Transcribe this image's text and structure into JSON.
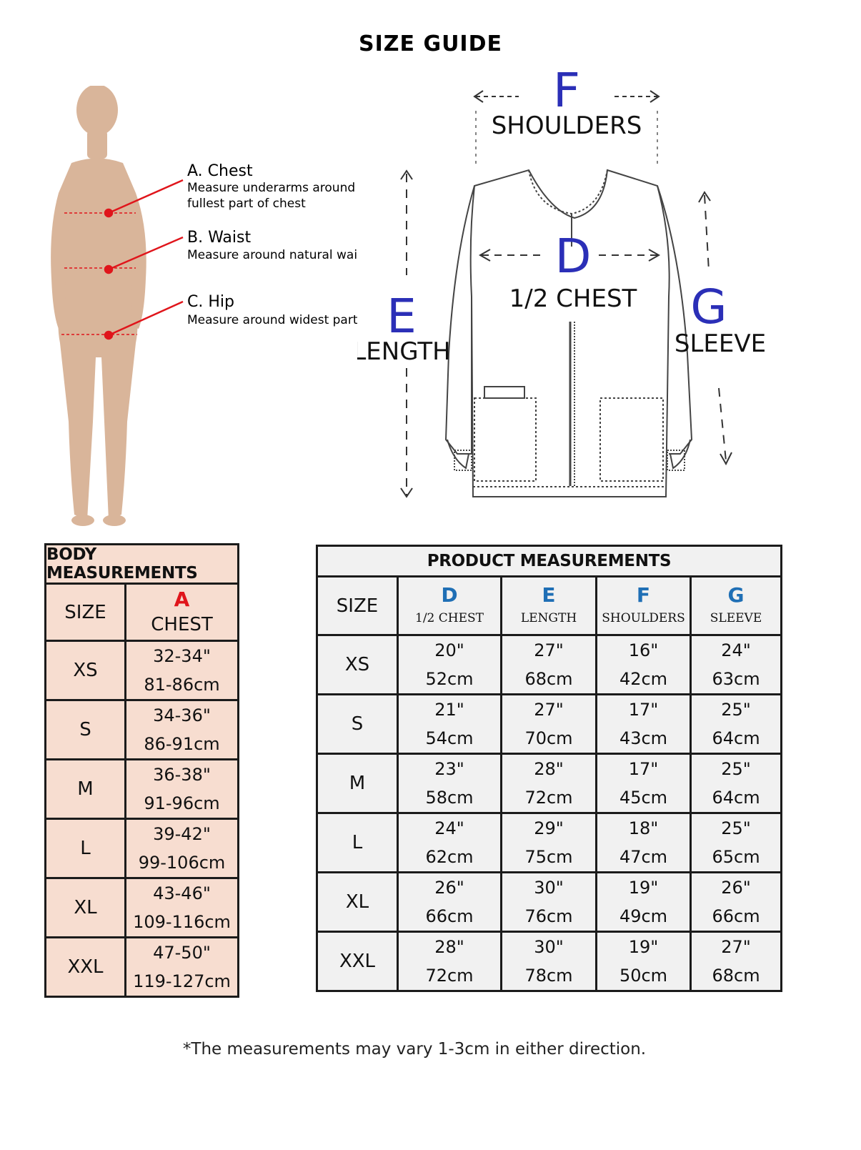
{
  "title": "SIZE GUIDE",
  "body_guide": {
    "chest_title": "A. Chest",
    "chest_desc_1": "Measure underarms around",
    "chest_desc_2": "fullest part of chest",
    "waist_title": "B. Waist",
    "waist_desc": "Measure around natural waist",
    "hip_title": "C. Hip",
    "hip_desc": "Measure around widest part"
  },
  "jacket_diagram": {
    "f_letter": "F",
    "f_label": "SHOULDERS",
    "d_letter": "D",
    "d_label": "1/2 CHEST",
    "e_letter": "E",
    "e_label": "LENGTH",
    "g_letter": "G",
    "g_label": "SLEEVE",
    "letter_color": "#2b2fb7"
  },
  "body_table": {
    "title": "BODY MEASUREMENTS",
    "size_header": "SIZE",
    "a_letter": "A",
    "a_label": "CHEST",
    "a_letter_color": "#e0151b",
    "background": "#f7ddd0",
    "rows": [
      {
        "size": "XS",
        "in": "32-34\"",
        "cm": "81-86cm"
      },
      {
        "size": "S",
        "in": "34-36\"",
        "cm": "86-91cm"
      },
      {
        "size": "M",
        "in": "36-38\"",
        "cm": "91-96cm"
      },
      {
        "size": "L",
        "in": "39-42\"",
        "cm": "99-106cm"
      },
      {
        "size": "XL",
        "in": "43-46\"",
        "cm": "109-116cm"
      },
      {
        "size": "XXL",
        "in": "47-50\"",
        "cm": "119-127cm"
      }
    ]
  },
  "product_table": {
    "title": "PRODUCT MEASUREMENTS",
    "size_header": "SIZE",
    "letter_color": "#1f6fb5",
    "background": "#f1f1f1",
    "columns": [
      {
        "letter": "D",
        "label": "1/2 CHEST"
      },
      {
        "letter": "E",
        "label": "LENGTH"
      },
      {
        "letter": "F",
        "label": "SHOULDERS"
      },
      {
        "letter": "G",
        "label": "SLEEVE"
      }
    ],
    "rows": [
      {
        "size": "XS",
        "cells": [
          [
            "20\"",
            "52cm"
          ],
          [
            "27\"",
            "68cm"
          ],
          [
            "16\"",
            "42cm"
          ],
          [
            "24\"",
            "63cm"
          ]
        ]
      },
      {
        "size": "S",
        "cells": [
          [
            "21\"",
            "54cm"
          ],
          [
            "27\"",
            "70cm"
          ],
          [
            "17\"",
            "43cm"
          ],
          [
            "25\"",
            "64cm"
          ]
        ]
      },
      {
        "size": "M",
        "cells": [
          [
            "23\"",
            "58cm"
          ],
          [
            "28\"",
            "72cm"
          ],
          [
            "17\"",
            "45cm"
          ],
          [
            "25\"",
            "64cm"
          ]
        ]
      },
      {
        "size": "L",
        "cells": [
          [
            "24\"",
            "62cm"
          ],
          [
            "29\"",
            "75cm"
          ],
          [
            "18\"",
            "47cm"
          ],
          [
            "25\"",
            "65cm"
          ]
        ]
      },
      {
        "size": "XL",
        "cells": [
          [
            "26\"",
            "66cm"
          ],
          [
            "30\"",
            "76cm"
          ],
          [
            "19\"",
            "49cm"
          ],
          [
            "26\"",
            "66cm"
          ]
        ]
      },
      {
        "size": "XXL",
        "cells": [
          [
            "28\"",
            "72cm"
          ],
          [
            "30\"",
            "78cm"
          ],
          [
            "19\"",
            "50cm"
          ],
          [
            "27\"",
            "68cm"
          ]
        ]
      }
    ]
  },
  "footnote": "*The measurements may vary 1-3cm in either direction."
}
